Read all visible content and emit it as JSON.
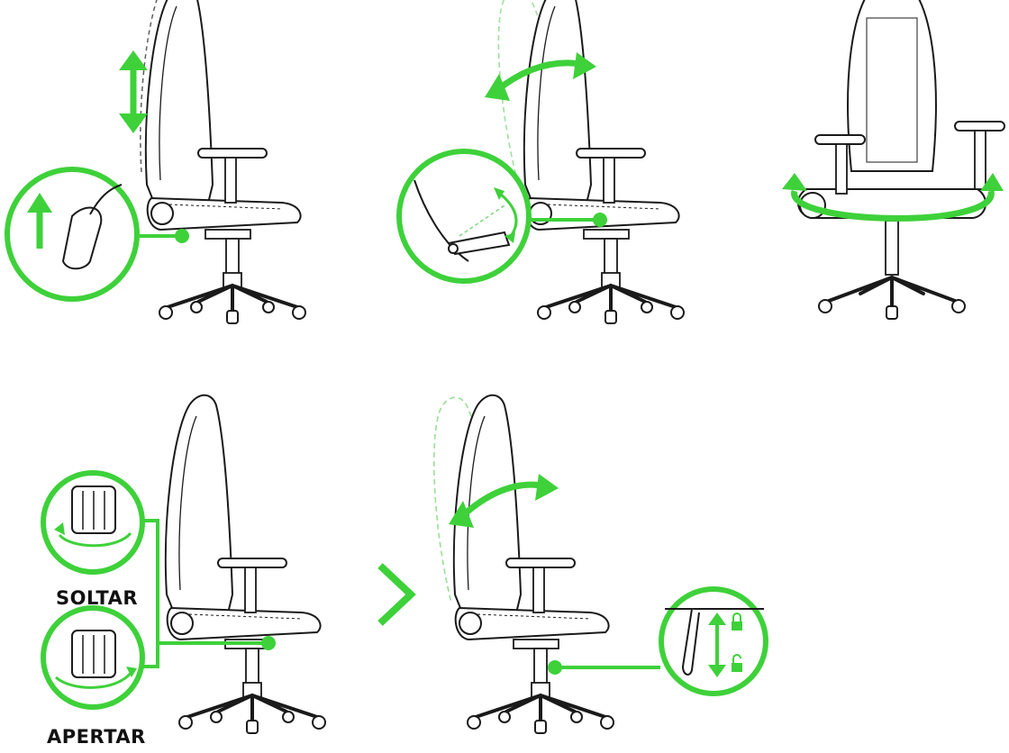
{
  "labels": {
    "release": "SOLTAR",
    "tighten": "APERTAR"
  },
  "colors": {
    "accent": "#3ed13a",
    "line": "#1a1a1a",
    "ghost": "#7fd77a",
    "background": "#ffffff"
  },
  "panels": [
    {
      "name": "seat-height-adjustment",
      "motion_icon": "double-arrow-vertical-icon",
      "detail_icon": "lift-lever-up-icon"
    },
    {
      "name": "backrest-recline",
      "motion_icon": "curved-double-arrow-icon",
      "detail_icon": "recline-lever-rotate-icon"
    },
    {
      "name": "swivel",
      "motion_icon": "circular-rotation-arrow-icon"
    },
    {
      "name": "tilt-tension-knob",
      "detail_icons": [
        "knob-release-icon",
        "knob-tighten-icon"
      ]
    },
    {
      "name": "tilt-lock",
      "motion_icon": "curved-double-arrow-icon",
      "detail_icon": "tilt-lock-lever-icon",
      "state_icons": [
        "lock-icon",
        "unlock-icon"
      ]
    }
  ]
}
